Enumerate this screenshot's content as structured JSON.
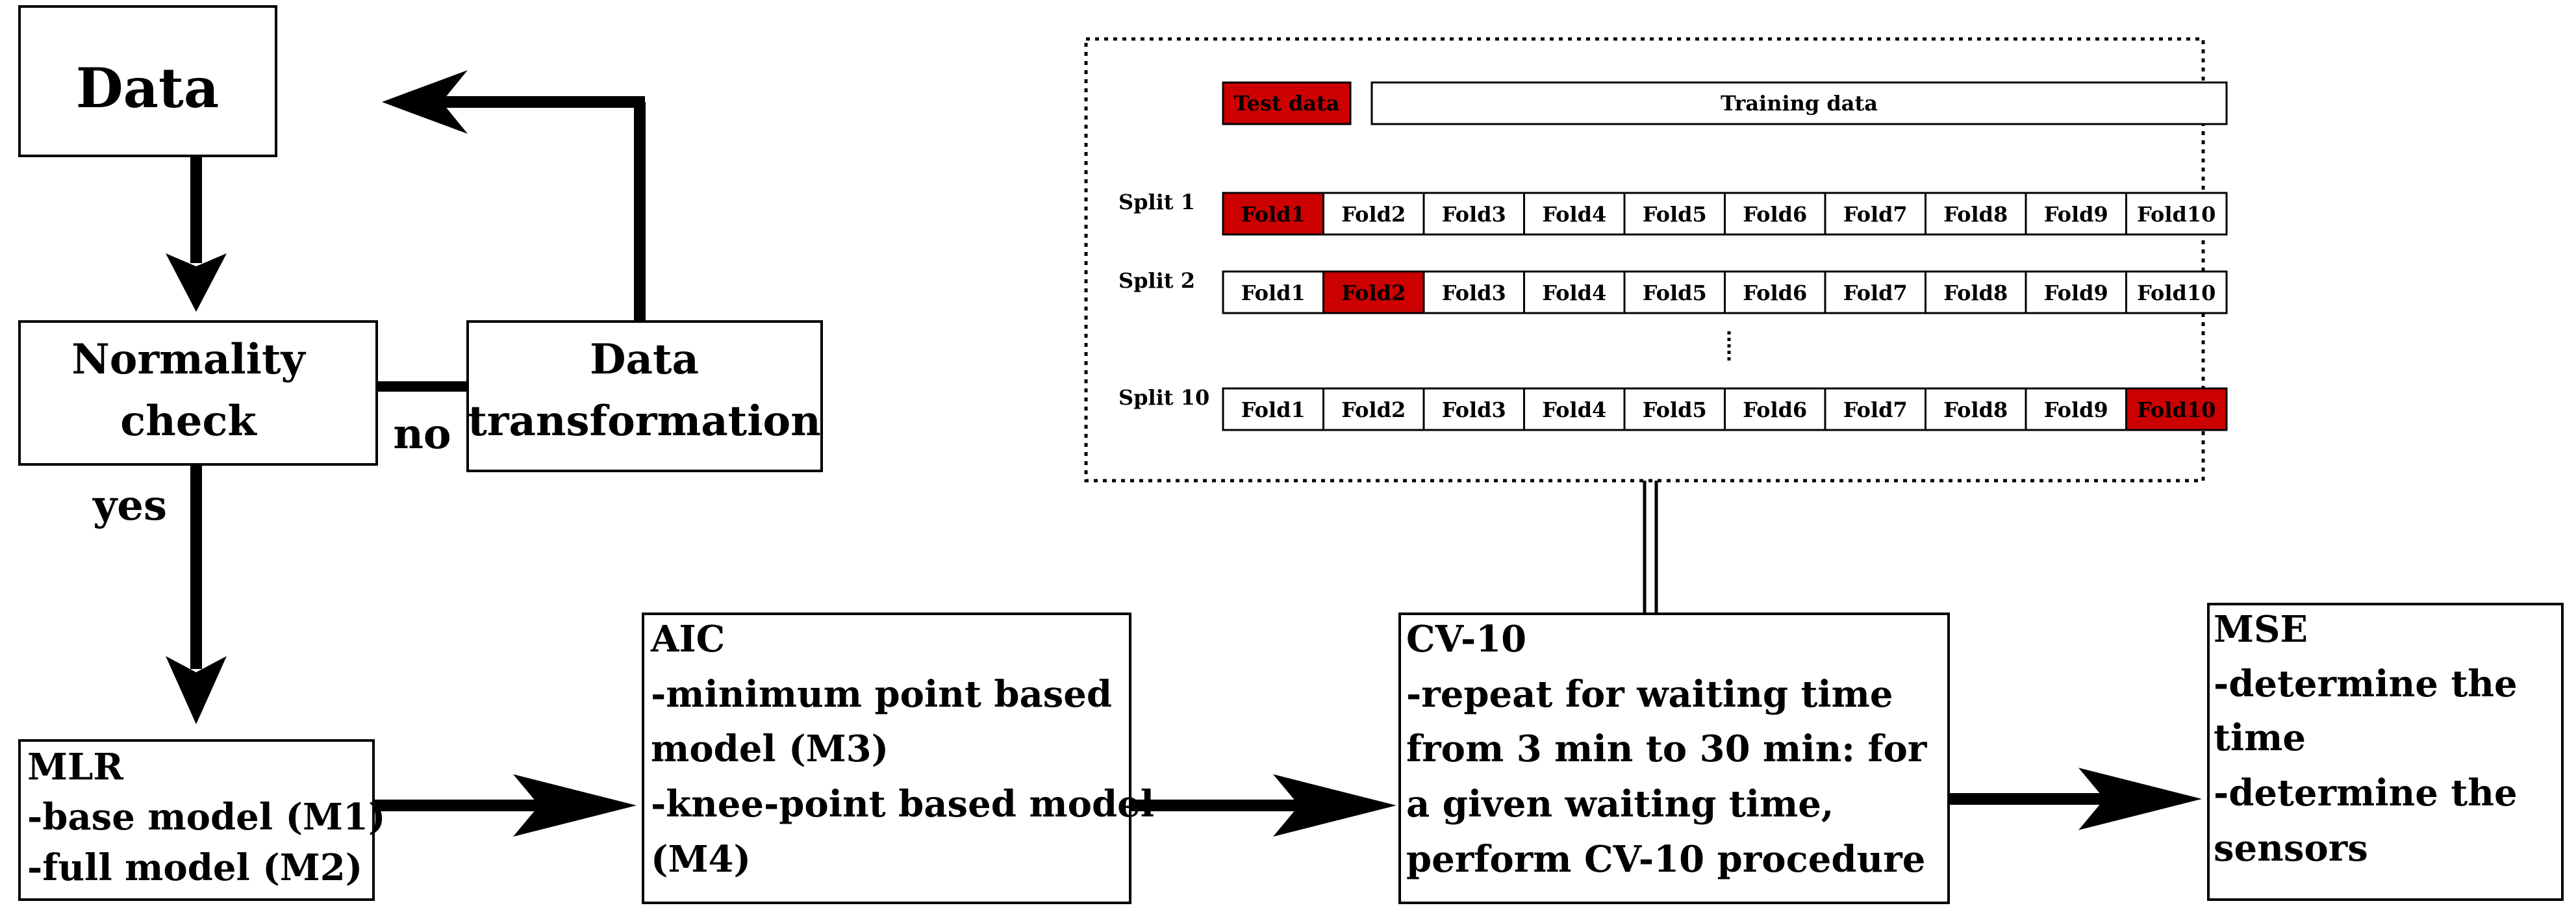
{
  "flow": {
    "data_box": "Data",
    "normality_box": [
      "Normality",
      "check"
    ],
    "transform_box": [
      "Data",
      "transformation"
    ],
    "no_label": "no",
    "yes_label": "yes",
    "mlr_box": [
      "MLR",
      "-base model (M1)",
      "-full model (M2)"
    ],
    "aic_box": [
      "AIC",
      "-minimum point based",
      "model (M3)",
      "-knee-point based model",
      "(M4)"
    ],
    "cv_box": [
      "CV-10",
      "-repeat for waiting time",
      "from 3 min to 30 min: for",
      "a given waiting time,",
      "perform CV-10 procedure"
    ],
    "mse_box": [
      "MSE",
      "-determine the",
      "time",
      "-determine the",
      "sensors"
    ]
  },
  "cv_scheme": {
    "legend": {
      "test": "Test data",
      "training": "Training data"
    },
    "splits": [
      {
        "label": "Split 1",
        "test_index": 0
      },
      {
        "label": "Split 2",
        "test_index": 1
      },
      {
        "label": "Split 10",
        "test_index": 9
      }
    ],
    "folds": [
      "Fold1",
      "Fold2",
      "Fold3",
      "Fold4",
      "Fold5",
      "Fold6",
      "Fold7",
      "Fold8",
      "Fold9",
      "Fold10"
    ],
    "colors": {
      "test": "#cc0000",
      "training": "#ffffff"
    }
  }
}
